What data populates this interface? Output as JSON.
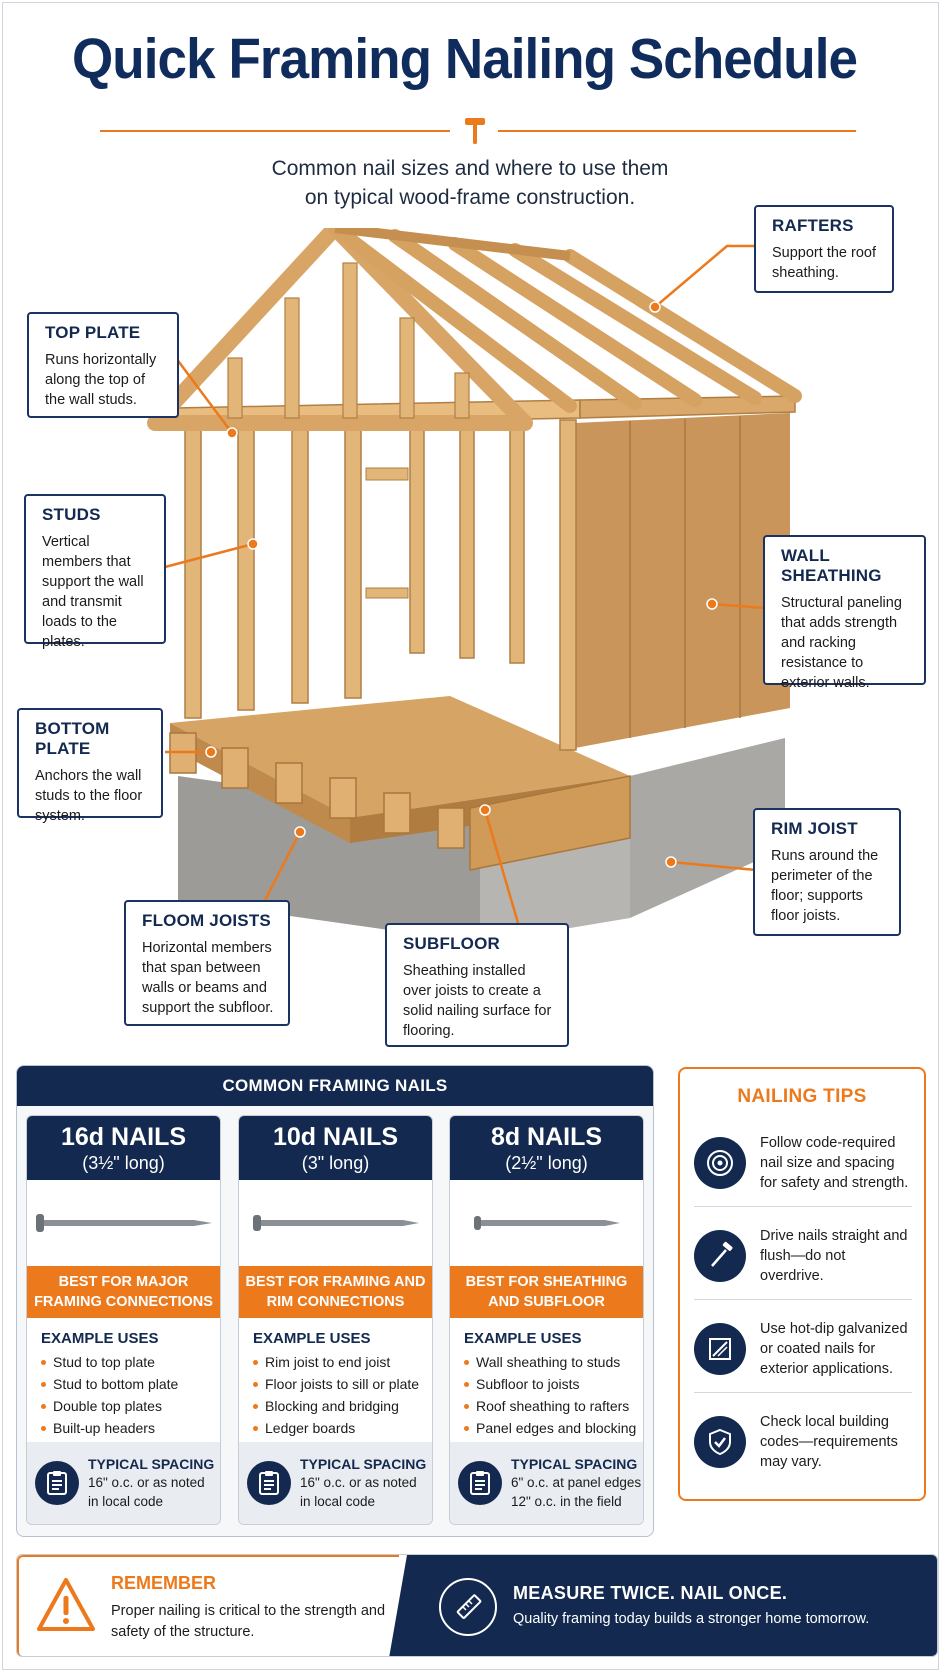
{
  "header": {
    "title": "Quick Framing Nailing Schedule",
    "subtitle_line1": "Common nail sizes and where to use them",
    "subtitle_line2": "on typical wood-frame construction."
  },
  "callouts": {
    "rafters": {
      "title": "RAFTERS",
      "text": "Support the roof sheathing."
    },
    "top_plate": {
      "title": "TOP PLATE",
      "text": "Runs horizontally along the top of the wall studs."
    },
    "studs": {
      "title": "STUDS",
      "text": "Vertical members that support the wall and transmit loads to the plates."
    },
    "wall_sheathing": {
      "title": "WALL SHEATHING",
      "text": "Structural paneling that adds strength and racking resistance to exterior walls."
    },
    "bottom_plate": {
      "title": "BOTTOM PLATE",
      "text": "Anchors the wall studs to the floor system."
    },
    "rim_joist": {
      "title": "RIM JOIST",
      "text": "Runs around the perimeter of the floor; supports floor joists."
    },
    "floor_joists": {
      "title": "FLOOM JOISTS",
      "text": "Horizontal members that span between walls or beams and support the subfloor."
    },
    "subfloor": {
      "title": "SUBFLOOR",
      "text": "Sheathing installed over joists to create a solid nailing surface for flooring."
    }
  },
  "nails_panel": {
    "title": "COMMON FRAMING NAILS",
    "cards": [
      {
        "size": "16d NAILS",
        "length": "(3½\" long)",
        "best_line1": "BEST FOR MAJOR",
        "best_line2": "FRAMING CONNECTIONS",
        "uses_heading": "EXAMPLE USES",
        "uses": [
          "Stud to top plate",
          "Stud to bottom plate",
          "Double top plates",
          "Built-up headers"
        ],
        "spacing_heading": "TYPICAL SPACING",
        "spacing_line1": "16\" o.c. or as noted",
        "spacing_line2": "in local code"
      },
      {
        "size": "10d NAILS",
        "length": "(3\" long)",
        "best_line1": "BEST FOR FRAMING AND",
        "best_line2": "RIM CONNECTIONS",
        "uses_heading": "EXAMPLE USES",
        "uses": [
          "Rim joist to end joist",
          "Floor joists to sill or plate",
          "Blocking and bridging",
          "Ledger boards"
        ],
        "spacing_heading": "TYPICAL SPACING",
        "spacing_line1": "16\" o.c. or as noted",
        "spacing_line2": "in local code"
      },
      {
        "size": "8d NAILS",
        "length": "(2½\" long)",
        "best_line1": "BEST FOR SHEATHING",
        "best_line2": "AND SUBFLOOR",
        "uses_heading": "EXAMPLE USES",
        "uses": [
          "Wall sheathing to studs",
          "Subfloor to joists",
          "Roof sheathing to rafters",
          "Panel edges and blocking"
        ],
        "spacing_heading": "TYPICAL SPACING",
        "spacing_line1": "6\" o.c. at panel edges",
        "spacing_line2": "12\" o.c. in the field"
      }
    ]
  },
  "tips": {
    "title": "NAILING TIPS",
    "items": [
      {
        "icon": "target-icon",
        "text": "Follow code-required nail size and spacing for safety and strength."
      },
      {
        "icon": "nail-icon",
        "text": "Drive nails straight and flush—do not overdrive."
      },
      {
        "icon": "galvanized-panel-icon",
        "text": "Use hot-dip galvanized or coated nails for exterior applications."
      },
      {
        "icon": "shield-check-icon",
        "text": "Check local building codes—requirements may vary."
      }
    ]
  },
  "footer": {
    "remember_title": "REMEMBER",
    "remember_text": "Proper nailing is critical to the strength and safety of the structure.",
    "measure_title": "MEASURE TWICE. NAIL ONCE.",
    "measure_text": "Quality framing today builds a stronger home tomorrow."
  },
  "colors": {
    "navy": "#13294f",
    "orange": "#ec7a1c",
    "wood": "#d9a86a",
    "osb": "#c9955a",
    "concrete": "#a9a9a6"
  }
}
